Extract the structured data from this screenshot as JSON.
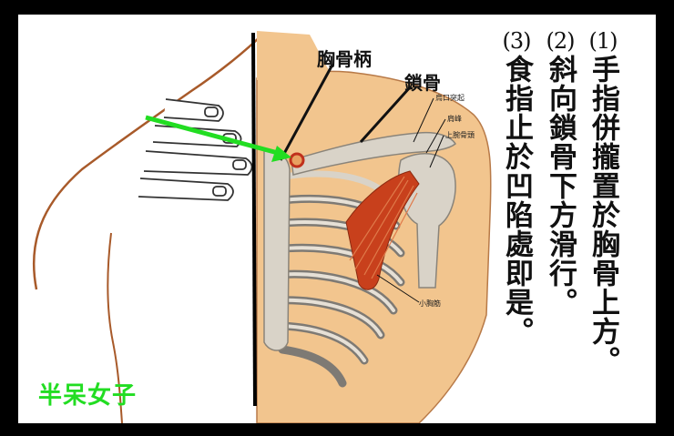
{
  "labels": {
    "sternum_handle": "胸骨柄",
    "clavicle": "鎖骨",
    "coracoid": "烏口突起",
    "acromion": "肩峰",
    "humeral_head": "上腕骨頭",
    "pec_minor": "小胸筋"
  },
  "steps": [
    {
      "num": "(1)",
      "text": "手指併攏置於胸骨上方。"
    },
    {
      "num": "(2)",
      "text": "斜向鎖骨下方滑行。"
    },
    {
      "num": "(3)",
      "text": "食指止於凹陷處即是。"
    }
  ],
  "logo": "半呆女子",
  "colors": {
    "arrow": "#22dd22",
    "skin": "#f2c58e",
    "muscle": "#c8401c",
    "bone": "#d9d3c8",
    "outline": "#a05a2c"
  }
}
